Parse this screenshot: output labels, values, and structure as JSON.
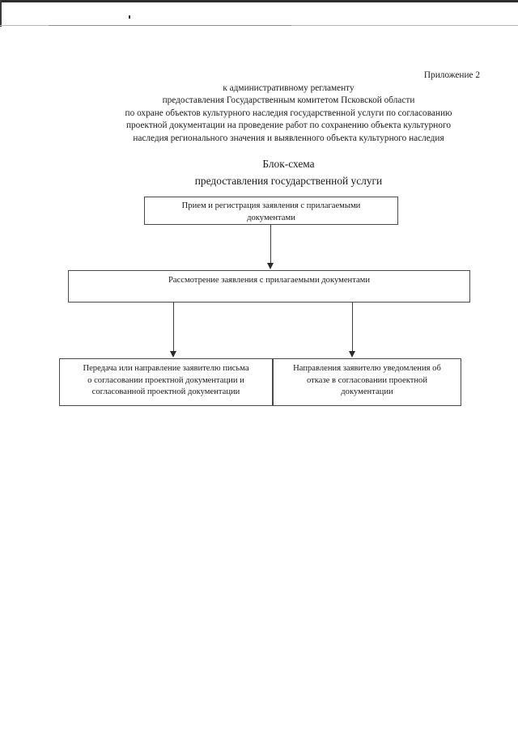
{
  "document": {
    "header_lines": [
      "Приложение 2",
      "к административному регламенту",
      "предоставления Государственным комитетом Псковской области",
      "по охране объектов культурного наследия государственной услуги по согласованию",
      "проектной документации на проведение работ по сохранению объекта культурного",
      "наследия регионального значения и выявленного объекта культурного наследия"
    ],
    "title_lines": [
      "Блок-схема",
      "предоставления государственной услуги"
    ]
  },
  "flowchart": {
    "nodes": {
      "intake": {
        "lines": [
          "Прием и регистрация заявления с прилагаемыми",
          "документами"
        ]
      },
      "review": {
        "lines": [
          "Рассмотрение заявления с прилагаемыми документами"
        ]
      },
      "approve": {
        "lines": [
          "Передача или направление заявителю письма",
          "о согласовании проектной документации и",
          "согласованной проектной документации"
        ]
      },
      "refuse": {
        "lines": [
          "Направления заявителю уведомления об",
          "отказе в согласовании проектной",
          "документации"
        ]
      }
    },
    "connectors": [
      {
        "name": "intake-to-review",
        "direction": "down"
      },
      {
        "name": "review-to-approve",
        "direction": "down"
      },
      {
        "name": "review-to-refuse",
        "direction": "down"
      }
    ]
  },
  "colors": {
    "page_background": "#ffffff",
    "text": "#1b1b1b",
    "box_border": "#4a4a4a",
    "arrow": "#2a2a2a"
  }
}
